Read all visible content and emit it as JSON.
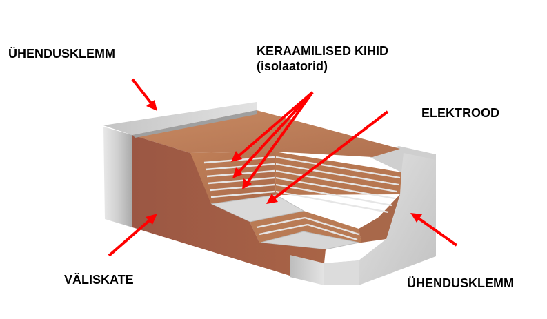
{
  "labels": {
    "terminal_top": "ÜHENDUSKLEMM",
    "ceramic_title": "KERAAMILISED KIHID",
    "ceramic_subtitle": "(isolaatorid)",
    "electrode": "ELEKTROOD",
    "outer_coating": "VÄLISKATE",
    "terminal_bottom": "ÜHENDUSKLEMM"
  },
  "colors": {
    "ceramic_body": "#b47650",
    "ceramic_front": "#9c5a42",
    "terminal_metal": "#d8d8d8",
    "electrode_layer": "#e6e6e6",
    "arrow": "#ff0000",
    "label_text": "#000000"
  }
}
